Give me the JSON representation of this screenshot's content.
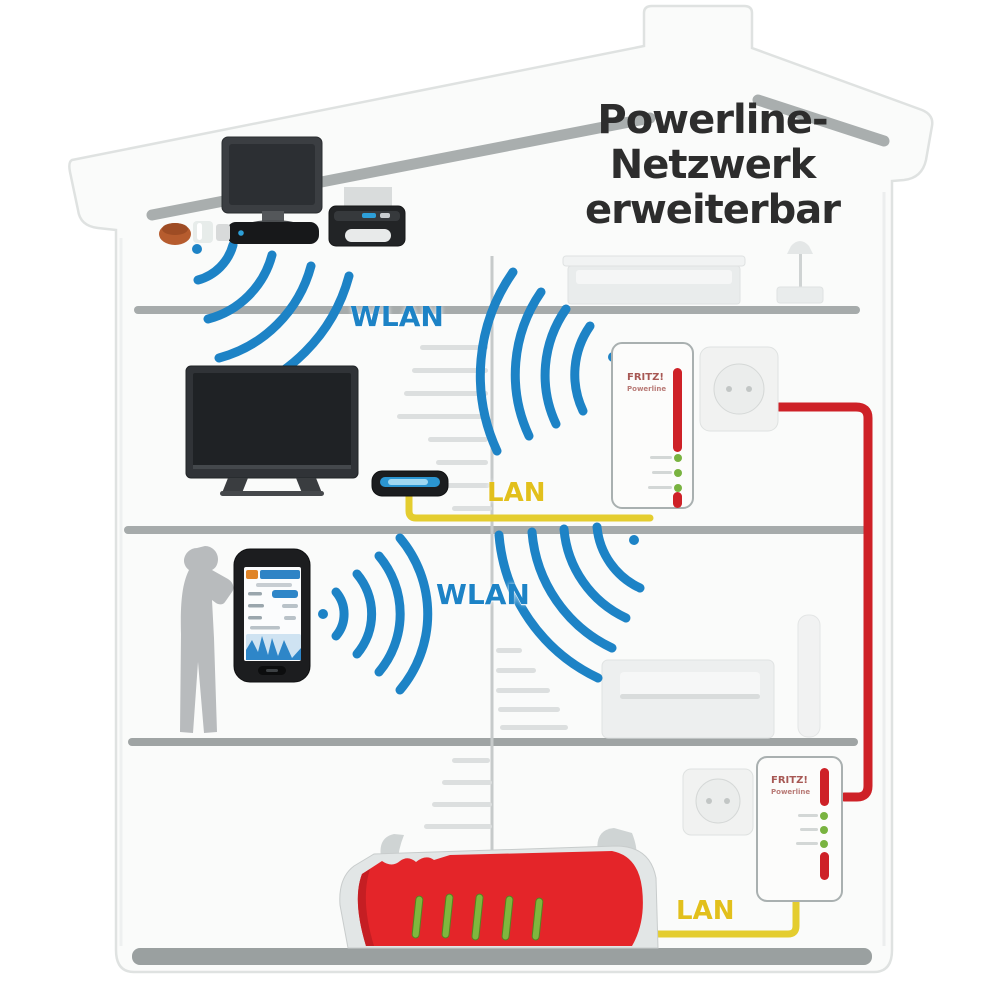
{
  "title": {
    "line1": "Powerline-",
    "line2": "Netzwerk",
    "line3": "erweiterbar"
  },
  "labels": {
    "wlan_top": "WLAN",
    "lan_top": "LAN",
    "wlan_middle": "WLAN",
    "lan_bottom": "LAN"
  },
  "devices": {
    "adapter_top": {
      "brand": "FRITZ!",
      "model": "Powerline"
    },
    "adapter_bottom": {
      "brand": "FRITZ!",
      "model": "Powerline"
    }
  },
  "colors": {
    "wlan_blue": "#1d83c6",
    "lan_yellow": "#e4c31f",
    "cable_red": "#ce2127",
    "router_red": "#e42529",
    "led_green": "#7fb73e",
    "structure_gray": "#a6abab"
  }
}
